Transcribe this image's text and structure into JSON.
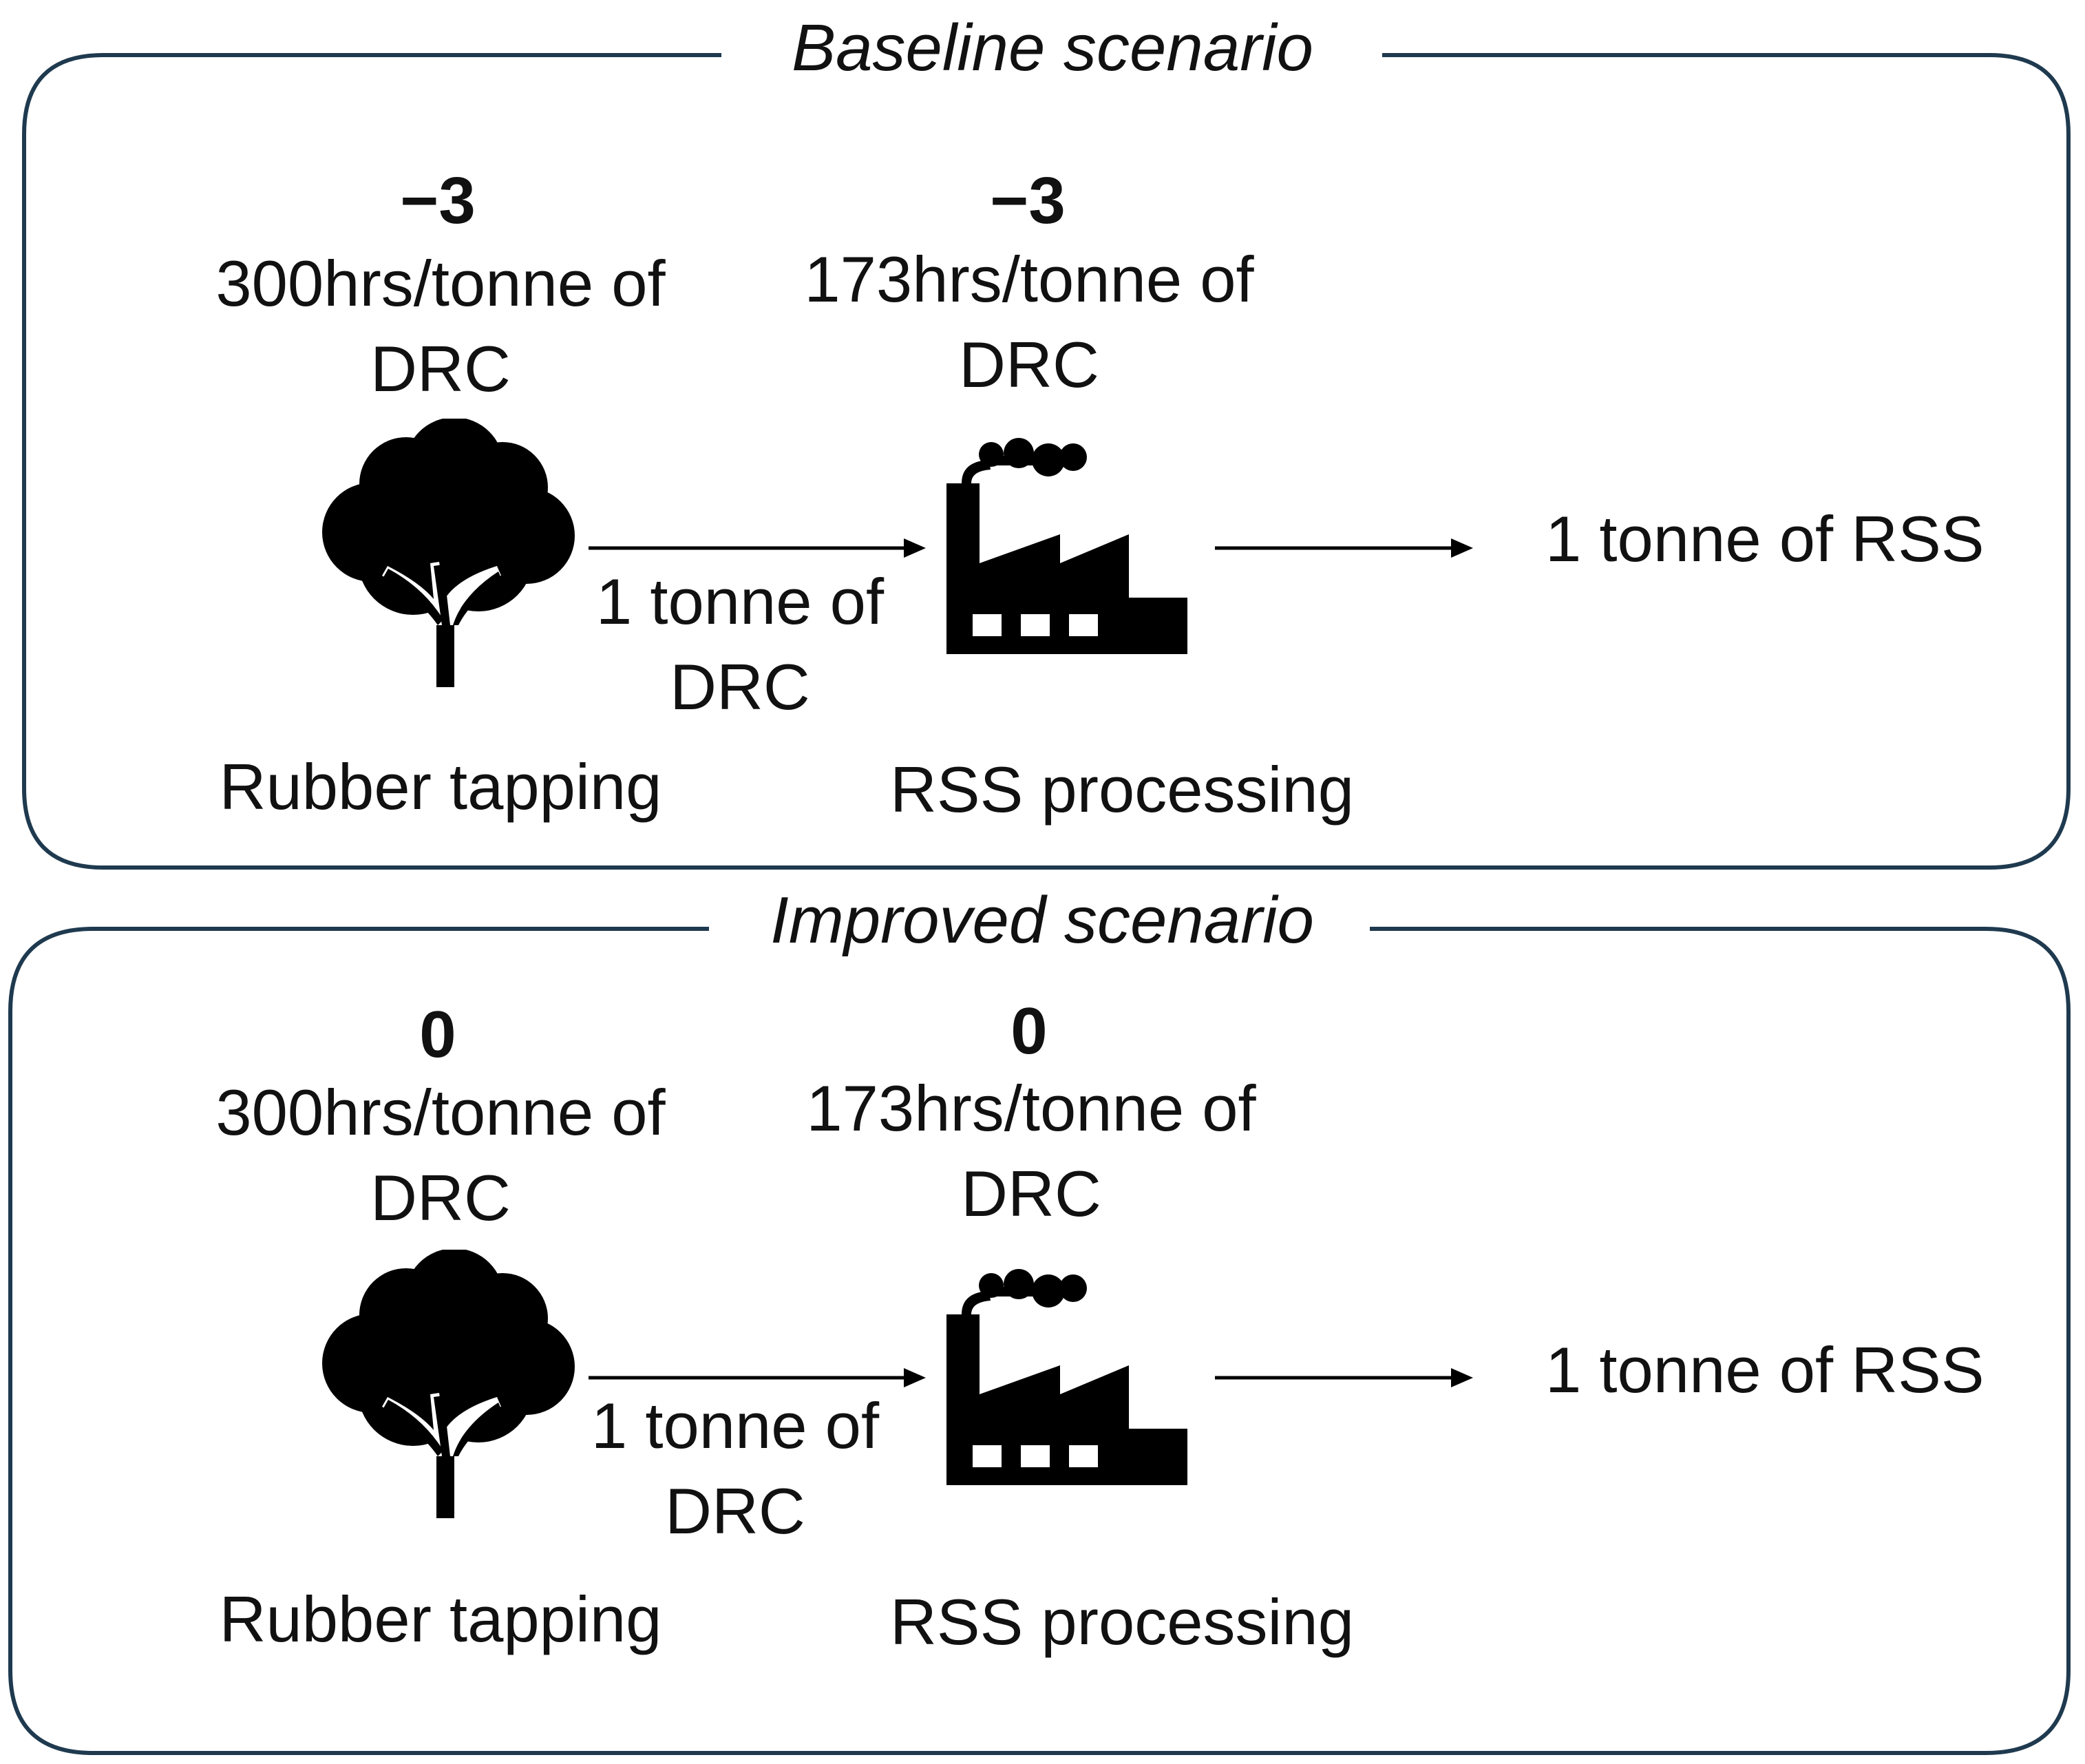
{
  "scenarios": {
    "baseline": {
      "title": "Baseline scenario",
      "tapping": {
        "score": "−3",
        "hours": "300hrs/tonne of\nDRC",
        "label": "Rubber tapping"
      },
      "processing": {
        "score": "−3",
        "hours": "173hrs/tonne of\nDRC",
        "label": "RSS processing"
      },
      "flow_label": "1 tonne of\nDRC",
      "output": "1 tonne of RSS"
    },
    "improved": {
      "title": "Improved scenario",
      "tapping": {
        "score": "0",
        "hours": "300hrs/tonne of\nDRC",
        "label": "Rubber tapping"
      },
      "processing": {
        "score": "0",
        "hours": "173hrs/tonne of\nDRC",
        "label": "RSS processing"
      },
      "flow_label": "1 tonne of\nDRC",
      "output": "1 tonne of RSS"
    }
  },
  "icons": {
    "tree": "tree-icon",
    "factory": "factory-icon"
  },
  "colors": {
    "frame": "#1f3a4f",
    "ink": "#111111"
  }
}
